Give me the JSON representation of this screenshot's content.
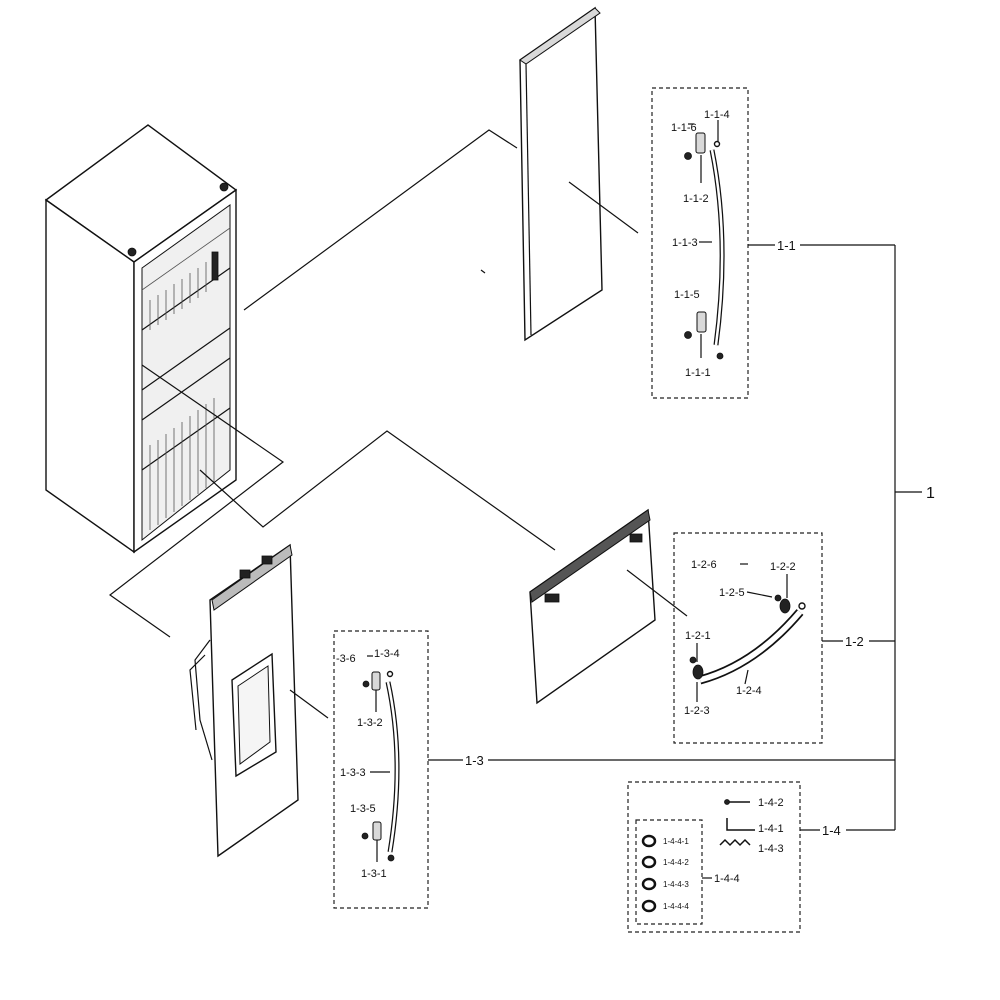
{
  "labels": {
    "root": "1",
    "g1_1": "1-1",
    "g1_2": "1-2",
    "g1_3": "1-3",
    "g1_4": "1-4",
    "p1_1_1": "1-1-1",
    "p1_1_2": "1-1-2",
    "p1_1_3": "1-1-3",
    "p1_1_4": "1-1-4",
    "p1_1_5": "1-1-5",
    "p1_1_6": "1-1-6",
    "p1_2_1": "1-2-1",
    "p1_2_2": "1-2-2",
    "p1_2_3": "1-2-3",
    "p1_2_4": "1-2-4",
    "p1_2_5": "1-2-5",
    "p1_2_6": "1-2-6",
    "p1_3_1": "1-3-1",
    "p1_3_2": "1-3-2",
    "p1_3_3": "1-3-3",
    "p1_3_4": "1-3-4",
    "p1_3_5": "1-3-5",
    "p1_3_6": "-3-6",
    "p1_4_1": "1-4-1",
    "p1_4_2": "1-4-2",
    "p1_4_3": "1-4-3",
    "p1_4_4": "1-4-4",
    "p1_4_4_1": "1-4-4-1",
    "p1_4_4_2": "1-4-4-2",
    "p1_4_4_3": "1-4-4-3",
    "p1_4_4_4": "1-4-4-4"
  }
}
